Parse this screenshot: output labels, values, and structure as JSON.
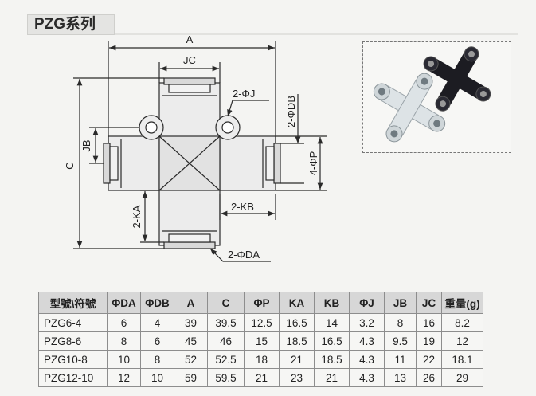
{
  "series_title": "PZG系列",
  "dimension_labels": {
    "A": "A",
    "JC": "JC",
    "C": "C",
    "JB": "JB",
    "J": "2-ΦJ",
    "DB": "2-ΦDB",
    "P": "4-ΦP",
    "KA": "2-KA",
    "KB": "2-KB",
    "DA": "2-ΦDA"
  },
  "table": {
    "headers": [
      "型號\\符號",
      "ΦDA",
      "ΦDB",
      "A",
      "C",
      "ΦP",
      "KA",
      "KB",
      "ΦJ",
      "JB",
      "JC",
      "重量(g)"
    ],
    "rows": [
      [
        "PZG6-4",
        "6",
        "4",
        "39",
        "39.5",
        "12.5",
        "16.5",
        "14",
        "3.2",
        "8",
        "16",
        "8.2"
      ],
      [
        "PZG8-6",
        "8",
        "6",
        "45",
        "46",
        "15",
        "18.5",
        "16.5",
        "4.3",
        "9.5",
        "19",
        "12"
      ],
      [
        "PZG10-8",
        "10",
        "8",
        "52",
        "52.5",
        "18",
        "21",
        "18.5",
        "4.3",
        "11",
        "22",
        "18.1"
      ],
      [
        "PZG12-10",
        "12",
        "10",
        "59",
        "59.5",
        "21",
        "23",
        "21",
        "4.3",
        "13",
        "26",
        "29"
      ]
    ]
  },
  "colors": {
    "line": "#2a2a2a",
    "body_fill": "#e9e9e9",
    "photo_white": "#dde3e6",
    "photo_black": "#1c1c22"
  }
}
